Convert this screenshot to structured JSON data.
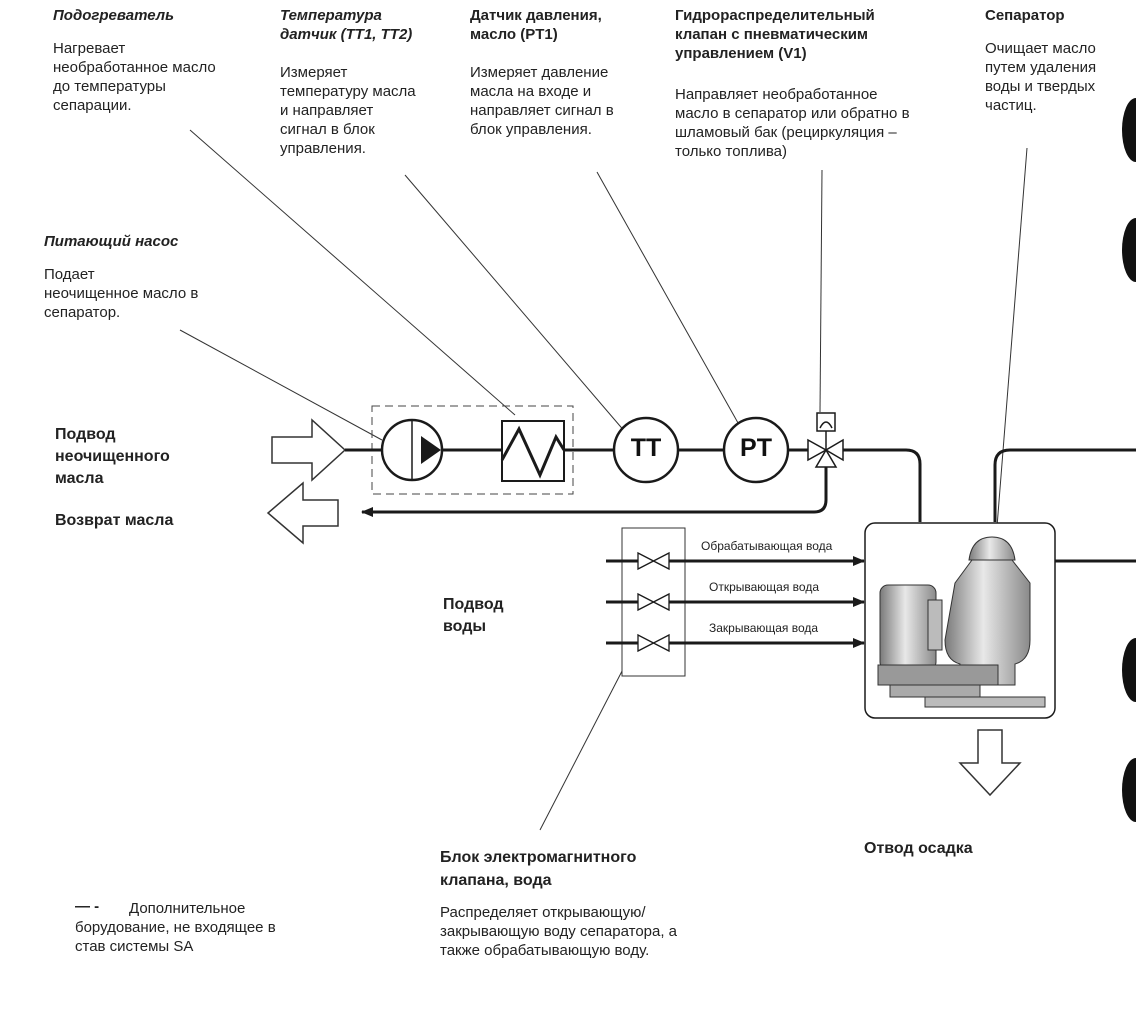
{
  "components": {
    "heater": {
      "title": "Подогреватель",
      "desc": "Нагревает\nнеобработанное масло\nдо температуры\nсепарации."
    },
    "temp_sensor": {
      "title": "Температура\nдатчик (TT1, TT2)",
      "desc": "Измеряет\nтемпературу масла\nи направляет\nсигнал в блок\nуправления."
    },
    "pressure_sensor": {
      "title": "Датчик давления,\nмасло (PT1)",
      "desc": "Измеряет давление\nмасла на входе и\nнаправляет сигнал в\nблок управления."
    },
    "valve": {
      "title": "Гидрораспределительный\nклапан с пневматическим\nуправлением (V1)",
      "desc": "Направляет необработанное\nмасло в сепаратор или обратно в\nшламовый бак (рециркуляция –\nтолько топлива)"
    },
    "separator": {
      "title": "Сепаратор",
      "desc": "Очищает масло\nпутем удаления\nводы и твердых\nчастиц."
    },
    "feed_pump": {
      "title": "Питающий насос",
      "desc": "Подает\nнеочищенное масло в\nсепаратор."
    },
    "solenoid_block": {
      "title": "Блок электромагнитного\nклапана, вода",
      "desc": "Распределяет открывающую/\nзакрывающую воду сепаратора, а\nтакже обрабатывающую воду."
    }
  },
  "flows": {
    "oil_in": "Подвод\nнеочищенного\nмасла",
    "oil_return": "Возврат масла",
    "water_in": "Подвод\nводы",
    "sludge_out": "Отвод осадка"
  },
  "water_lines": [
    "Обрабатывающая вода",
    "Открывающая вода",
    "Закрывающая вода"
  ],
  "symbols": {
    "tt": "TT",
    "pt": "PT"
  },
  "legend": {
    "dash": "— -",
    "text": "Дополнительное\nборудование, не входящее в\nстав системы SA"
  }
}
